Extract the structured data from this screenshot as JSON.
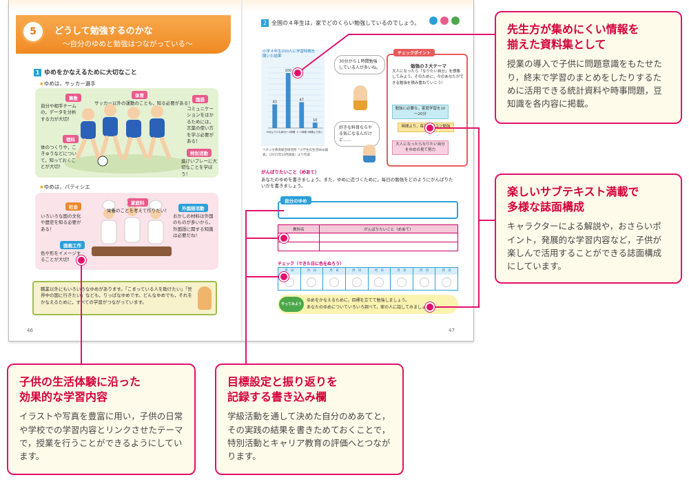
{
  "spread": {
    "left": {
      "unit_number": "5",
      "title": "どうして勉強するのかな",
      "subtitle": "～自分のゆめと勉強はつながっている～",
      "section1": "ゆめをかなえるために大切なこと",
      "dream1": "ゆめは，サッカー選手",
      "dream2": "ゆめは，パティシエ",
      "tags1": [
        "算数",
        "体育",
        "国語",
        "理科",
        "特別活動"
      ],
      "tags2": [
        "社会",
        "家庭科",
        "外国語活動",
        "図画工作"
      ],
      "text_math": "自分や相手チームの，データを分析する力が大切！",
      "text_pe": "サッカー以外の運動のことも，知る必要がある！",
      "text_japanese": "コミュニケーションをはかるためには，言葉の使い方を学ぶ必要がある！",
      "text_science": "体のつくりや，こきゅうなどについて，知っておくことが大切！",
      "text_special": "進けいプレーに大切なことを学ぼう！",
      "text_social": "いろいろな国の文化や歴史を知る必要がある！",
      "text_home": "栄養のことを考えて作りたい！",
      "text_foreign": "おかしの材料は外国のものが多いから，外国語に関する知識は必要だね！",
      "text_art": "色や形をイメージすることが大切！",
      "note": "職業以外にもいろいろなゆめがあります。「こまっている人を助けたい」「世界中の国に行きたい」なども，りっぱなゆめです。どんなゆめでも，それをかなえるために，すべての学習がつながっています。",
      "page_number": "46"
    },
    "right": {
      "section2": "全国の４年生は，家でどのくらい勉強しているのでしょう。",
      "chart_caption": "小学４年生200人に学習時間を聞いた結果",
      "chart_source": "ベネッセ教育総合研究所「小学生の生活Web調査」（2015年10月調査）より作成",
      "bubble1": "30分から１時間勉強している人が多いね。",
      "bubble2": "好きな科目ならやる気になるんだけど……",
      "check_tag": "チェックポイント",
      "check_head": "勉強の３大テーマ",
      "check_text": "大人になったら「なりたい自分」を想像してみよう。そのために，今のあなたができる勉強を積み重ねていこう！",
      "blocks": [
        "時間より，毎日コツコツ勉強",
        "勉強に必要な，家庭学習を10～20分",
        "大人になったらなりたい自分をゆめの見て努力"
      ],
      "goals_head": "がんばりたいこと（めあて）",
      "goals_text": "あなたのゆめを書きましょう。また，ゆめに近づくために，毎日の勉強をどのようにがんばりたいかを書きましょう。",
      "goal_label": "自分のゆめ",
      "table_headers": [
        "教科名",
        "がんばりたいこと（めあて）"
      ],
      "check_label": "チェック（できた日に色をぬろう）",
      "check_cell": "月　日",
      "try_badge": "やってみよう",
      "try_text1": "ゆめをかなえるために，目標を立てて勉強しましょう。",
      "try_text2": "あなたのゆめについていろいろ調べて，家の人に話してみましょう。",
      "page_number": "47"
    }
  },
  "chart_data": {
    "type": "bar",
    "title": "小学４年生200人に学習時間を聞いた結果",
    "categories": [
      "30分より少ない",
      "30分〜1時間",
      "1〜2時間",
      "2時間より多い"
    ],
    "values": [
      43,
      100,
      47,
      10
    ],
    "ylim": [
      0,
      110
    ]
  },
  "callouts": {
    "top_right": {
      "title": "先生方が集めにくい情報を\n揃えた資料集として",
      "body": "授業の導入で子供に問題意識をもたせたり，終末で学習のまとめをしたりするために活用できる統計資料や時事問題，豆知識を各内容に掲載。"
    },
    "mid_right": {
      "title": "楽しいサブテキスト満載で\n多様な誌面構成",
      "body": "キャラクターによる解説や，おさらいポイント，発展的な学習内容など，子供が楽しんで活用することができる誌面構成にしています。"
    },
    "bottom_left": {
      "title": "子供の生活体験に沿った\n効果的な学習内容",
      "body": "イラストや写真を豊富に用い，子供の日常や学校での学習内容とリンクさせたテーマで，授業を行うことができるようにしています。"
    },
    "bottom_mid": {
      "title": "目標設定と振り返りを\n記録する書き込み欄",
      "body": "学級活動を通して決めた自分のめあてと，その実践の結果を書きためておくことで，特別活動とキャリア教育の評価へとつながります。"
    }
  },
  "colors": {
    "accent": "#e3106a",
    "title_red": "#d4003a",
    "orange": "#f08a24",
    "blue": "#2aa0d8"
  }
}
